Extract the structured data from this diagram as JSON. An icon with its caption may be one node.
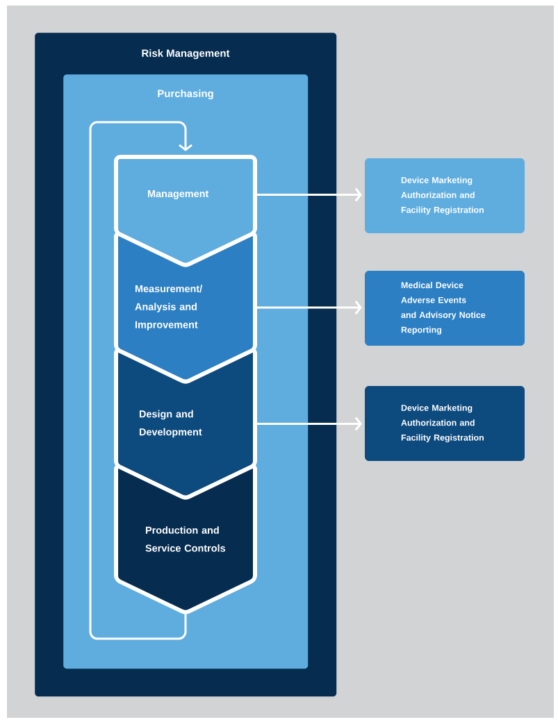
{
  "diagram": {
    "nodes": [
      {
        "text": [
          "Risk Management"
        ]
      },
      {
        "text": [
          "Purchasing"
        ],
        "in": 0
      },
      {
        "text": [
          "Management"
        ],
        "in": 1
      },
      {
        "text": [
          "Measurement/ Analysis and Improvement"
        ],
        "in": 1
      },
      {
        "text": [
          "Design and Development"
        ],
        "in": 1
      },
      {
        "text": [
          "Production and Service Controls"
        ],
        "in": 1
      },
      {
        "text": [
          "Device Marketing Authorization and Facility Registration"
        ]
      },
      {
        "text": [
          "Medical Device Adverse Events and Advisory Notice Reporting"
        ]
      },
      {
        "text": [
          "Device Marketing Authorization and Facility Registration"
        ]
      }
    ],
    "edges": [
      {
        "from": 2,
        "to": 6,
        "arrow": "to"
      },
      {
        "from": 3,
        "to": 7,
        "arrow": "to"
      },
      {
        "from": 4,
        "to": 8,
        "arrow": "to"
      },
      {
        "from": 5,
        "to": 2,
        "arrow": "to"
      }
    ]
  }
}
